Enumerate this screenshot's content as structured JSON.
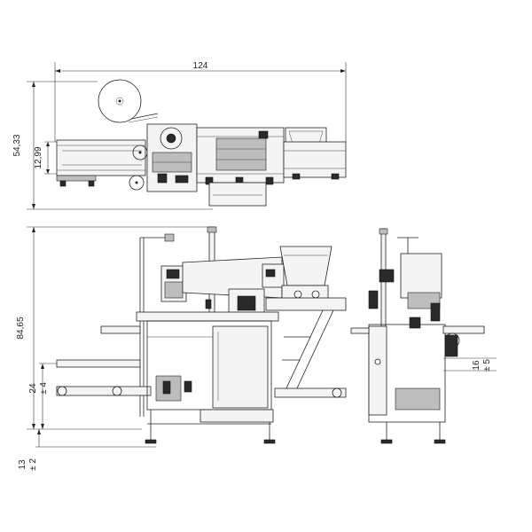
{
  "views": {
    "top": {
      "overall_length": "124",
      "overall_width": "54,33",
      "inner_height": "12,99"
    },
    "front": {
      "overall_height": "84,65",
      "conveyor_height": "24",
      "conveyor_tol": "± 4",
      "foot_height": "13",
      "foot_tol": "± 2"
    },
    "side": {
      "outfeed_height": "16",
      "outfeed_tol": "± 5"
    }
  }
}
